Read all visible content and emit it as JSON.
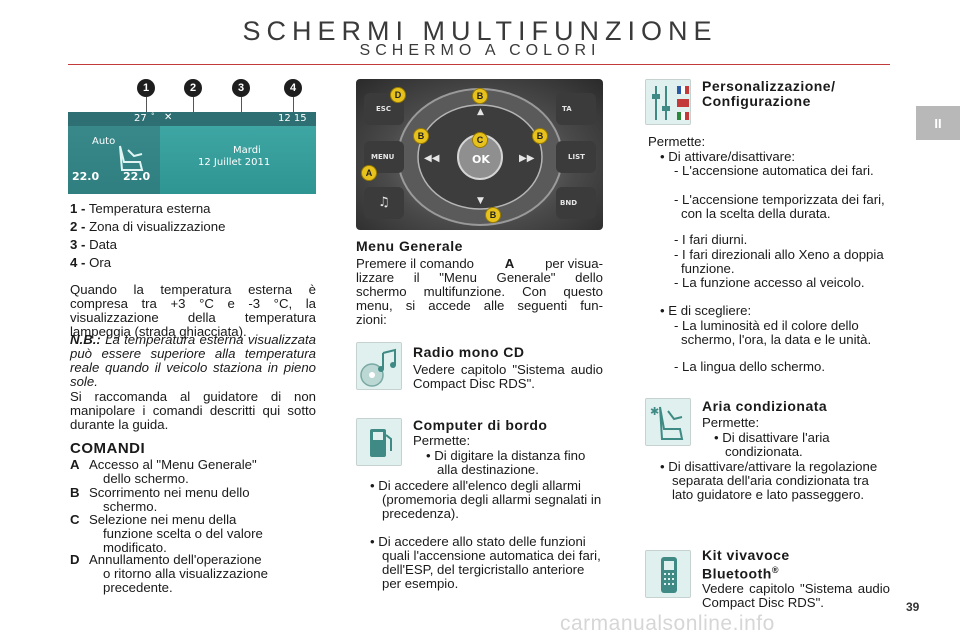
{
  "header": {
    "title": "SCHERMI MULTIFUNZIONE",
    "subtitle": "SCHERMO A COLORI",
    "tab": "II",
    "page_number": "39",
    "watermark": "carmanualsonline.info"
  },
  "screen": {
    "callouts": [
      "1",
      "2",
      "3",
      "4"
    ],
    "temp_outside": "27",
    "clock": "12 15",
    "mode": "Auto",
    "day": "Mardi",
    "date": "12 Juillet 2011",
    "temp_left": "22.0",
    "temp_right": "22.0"
  },
  "legend": [
    {
      "num": "1 -",
      "text": "Temperatura esterna"
    },
    {
      "num": "2 -",
      "text": "Zona di visualizzazione"
    },
    {
      "num": "3 -",
      "text": "Data"
    },
    {
      "num": "4 -",
      "text": "Ora"
    }
  ],
  "left_text": {
    "p1": "Quando la temperatura esterna è compresa tra +3 °C e -3 °C, la visualizzazione della temperatura lampeggia (strada ghiacciata).",
    "nb_label": "N.B.:",
    "nb_text": "La temperatura esterna visualizzata può essere superiore alla temperatura reale quando il veicolo staziona in pieno sole.",
    "p2": "Si raccomanda al guidatore di non manipolare i comandi descritti qui sotto durante la guida."
  },
  "comandi": {
    "title": "COMANDI",
    "items": [
      {
        "letter": "A",
        "line1": "Accesso al \"Menu Generale\"",
        "rest": [
          "dello schermo."
        ]
      },
      {
        "letter": "B",
        "line1": "Scorrimento nei menu dello",
        "rest": [
          "schermo."
        ]
      },
      {
        "letter": "C",
        "line1": "Selezione nei menu della",
        "rest": [
          "funzione scelta o del valore",
          "modificato."
        ]
      },
      {
        "letter": "D",
        "line1": "Annullamento dell'operazione",
        "rest": [
          "o ritorno alla visualizzazione",
          "precedente."
        ]
      }
    ]
  },
  "panel": {
    "buttons": {
      "esc": "ESC",
      "ta": "TA",
      "menu": "MENU",
      "list": "LIST",
      "bnd": "BND",
      "ok": "OK"
    },
    "markers": {
      "a": "A",
      "b": "B",
      "c": "C",
      "d": "D"
    }
  },
  "menu_generale": {
    "title": "Menu Generale",
    "text_pre": "Premere il comando",
    "text_key": "A",
    "text_post": "per visua-",
    "lines": [
      "lizzare il \"Menu Generale\" dello",
      "schermo multifunzione. Con questo",
      "menu, si accede alle seguenti fun-",
      "zioni:"
    ]
  },
  "radio": {
    "title": "Radio mono CD",
    "text": "Vedere capitolo \"Sistema audio Compact Disc RDS\"."
  },
  "computer": {
    "title": "Computer di bordo",
    "permette": "Permette:",
    "sub": "• Di digitare la distanza fino alla destinazione.",
    "b1": "• Di accedere all'elenco degli allarmi (promemoria degli allarmi segnalati in precedenza).",
    "b2": "• Di accedere allo stato delle funzioni quali l'accensione automatica dei fari, dell'ESP, del tergicristallo anteriore per esempio."
  },
  "personalizzazione": {
    "title1": "Personalizzazione/",
    "title2": "Configurazione",
    "permette": "Permette:",
    "b1": "• Di attivare/disattivare:",
    "dashes": [
      "- L'accensione automatica dei fari.",
      "- L'accensione temporizzata dei fari, con la scelta della durata.",
      "- I fari diurni.",
      "- I fari direzionali allo Xeno a doppia funzione.",
      "- La funzione accesso al veicolo."
    ],
    "b2": "• E di scegliere:",
    "dashes2": [
      "- La luminosità ed il colore dello schermo, l'ora, la data e le unità.",
      "- La lingua dello schermo."
    ]
  },
  "aria": {
    "title": "Aria condizionata",
    "permette": "Permette:",
    "sub": "• Di disattivare l'aria condizionata.",
    "b1": "• Di disattivare/attivare la regolazione separata dell'aria condizionata tra lato guidatore e lato passeggero."
  },
  "kit": {
    "title1": "Kit vivavoce",
    "title2": "Bluetooth",
    "reg": "®",
    "text": "Vedere capitolo \"Sistema audio Compact Disc RDS\"."
  },
  "colors": {
    "rule": "#c23a3a",
    "screen_teal": "#3a9c9a",
    "marker_yellow": "#e8c21c",
    "tab_grey": "#b8b8b8"
  }
}
